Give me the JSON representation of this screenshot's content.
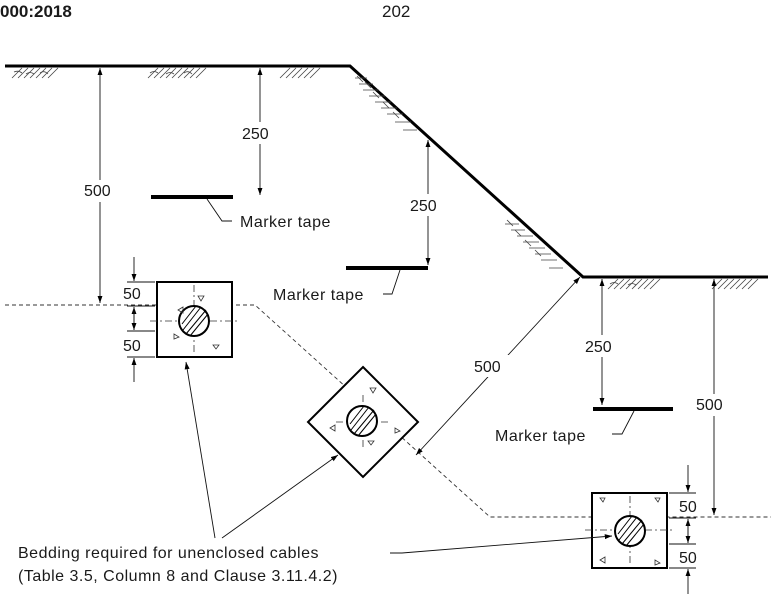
{
  "header": {
    "standard_ref": "000:2018",
    "page_number": "202"
  },
  "dimensions": {
    "top_cover_left": "500",
    "tape_depth_left": "250",
    "tape_depth_slope": "250",
    "slope_perpendicular": "500",
    "tape_depth_right": "250",
    "cover_right": "500",
    "bed_above_left": "50",
    "bed_below_left": "50",
    "bed_above_right": "50",
    "bed_below_right": "50"
  },
  "labels": {
    "marker_tape_1": "Marker tape",
    "marker_tape_2": "Marker tape",
    "marker_tape_3": "Marker tape",
    "bedding_line1": "Bedding required for unenclosed cables",
    "bedding_line2": "(Table 3.5, Column 8 and Clause 3.11.4.2)"
  }
}
